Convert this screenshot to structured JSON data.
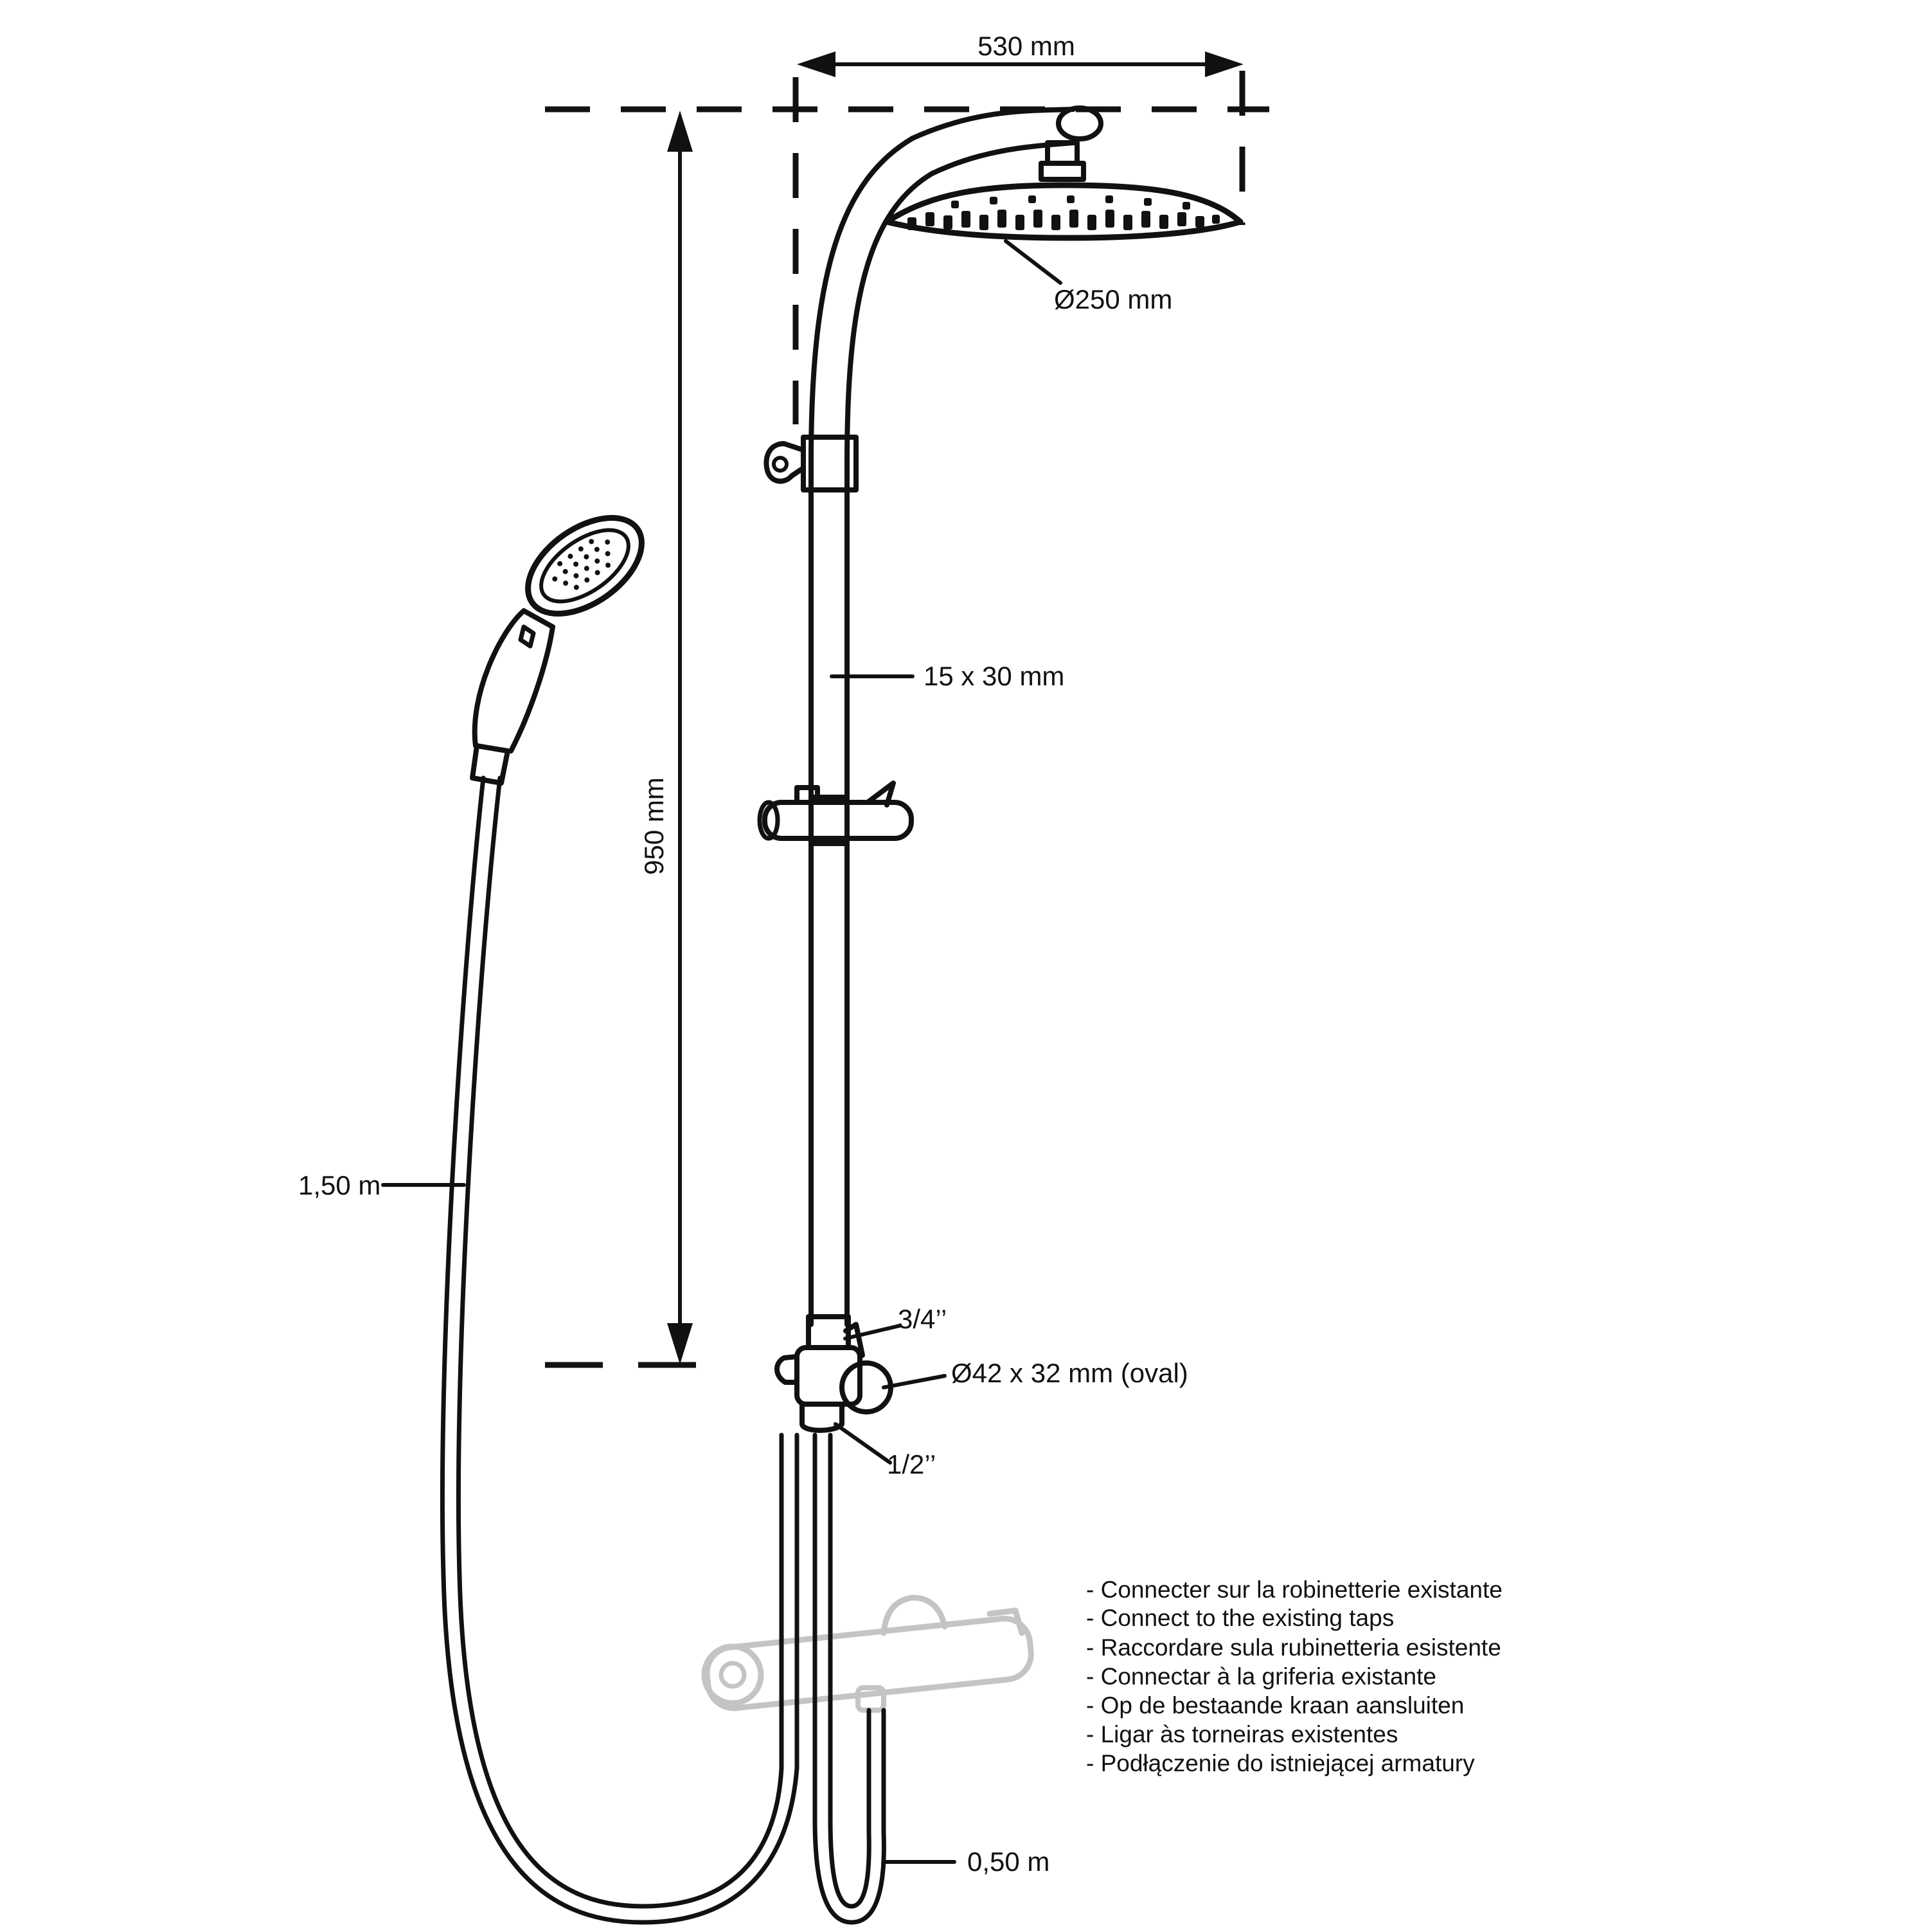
{
  "dimensions": {
    "width_label": "530 mm",
    "height_label": "950 mm",
    "head_diameter_label": "Ø250 mm",
    "rail_section_label": "15 x 30 mm",
    "hose_long_label": "1,50 m",
    "hose_short_label": "0,50 m",
    "thread_top_label": "3/4’’",
    "body_oval_label": "Ø42 x 32 mm (oval)",
    "thread_bottom_label": "1/2’’"
  },
  "instructions": [
    "- Connecter sur la robinetterie existante",
    "- Connect to the existing taps",
    "- Raccordare sula rubinetteria esistente",
    "- Connectar à la griferia existante",
    "- Op de bestaande kraan aansluiten",
    "- Ligar às torneiras existentes",
    "- Podłączenie do istniejącej armatury"
  ],
  "colors": {
    "ink": "#111111",
    "faded_mixer": "#c4c4c4",
    "background": "#ffffff"
  }
}
